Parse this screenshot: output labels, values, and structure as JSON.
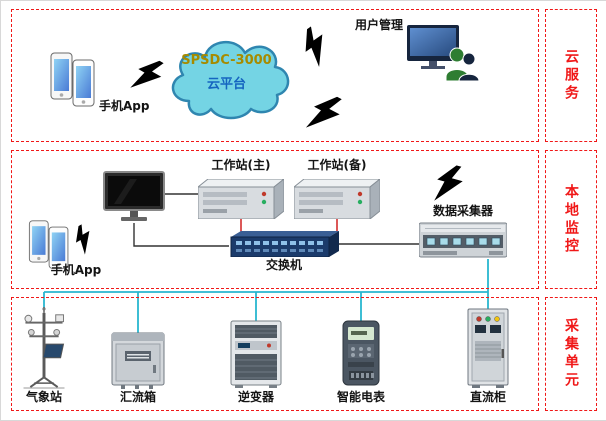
{
  "tiers": {
    "cloud": {
      "side_label": "云服务"
    },
    "local": {
      "side_label": "本地监控"
    },
    "collection": {
      "side_label": "采集单元"
    }
  },
  "cloud": {
    "line1": "SPSDC-3000",
    "line2": "云平台"
  },
  "nodes": {
    "user_management": "用户管理",
    "phone_app_cloud": "手机App",
    "phone_app_local": "手机App",
    "workstation_main": "工作站(主)",
    "workstation_backup": "工作站(备)",
    "data_collector": "数据采集器",
    "network_switch": "交换机",
    "weather_station": "气象站",
    "combiner_box": "汇流箱",
    "inverter": "逆变器",
    "smart_meter": "智能电表",
    "dc_cabinet": "直流柜"
  },
  "colors": {
    "tier_border": "#f01818",
    "side_label": "#f01818",
    "cloud_fill": "#74d4e4",
    "cloud_stroke": "#2f86b0",
    "cloud_text_primary": "#a68b00",
    "cloud_text_secondary": "#1565c0",
    "wire_black": "#333333",
    "wire_red": "#cc1111",
    "wire_cyan": "#29b6cf",
    "lightning": "#ffd21e"
  }
}
